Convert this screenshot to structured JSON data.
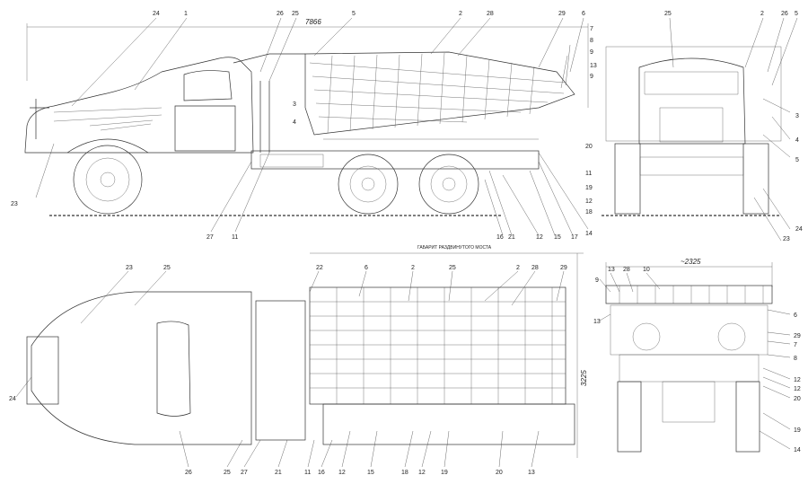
{
  "dimensions": {
    "overall_length": "7866",
    "overall_width": "~2325",
    "deployed_height": "3225"
  },
  "caption": "ГАБАРИТ РАЗДВИНУТОГО МОСТА",
  "callouts": {
    "side_view": [
      "24",
      "1",
      "26",
      "25",
      "5",
      "2",
      "28",
      "29",
      "6",
      "7",
      "8",
      "9",
      "13",
      "9",
      "3",
      "4",
      "20",
      "11",
      "19",
      "12",
      "18",
      "14",
      "17",
      "15",
      "12",
      "21",
      "16",
      "11",
      "27",
      "23"
    ],
    "front_view": [
      "25",
      "2",
      "26",
      "5",
      "3",
      "4",
      "5",
      "24",
      "23"
    ],
    "top_view": [
      "23",
      "25",
      "22",
      "6",
      "2",
      "25",
      "2",
      "28",
      "29",
      "24",
      "26",
      "25",
      "27",
      "21",
      "11",
      "16",
      "12",
      "15",
      "18",
      "12",
      "19",
      "20",
      "13"
    ],
    "rear_view": [
      "13",
      "28",
      "10",
      "9",
      "13",
      "6",
      "29",
      "7",
      "8",
      "12",
      "12",
      "20",
      "19",
      "14"
    ]
  }
}
